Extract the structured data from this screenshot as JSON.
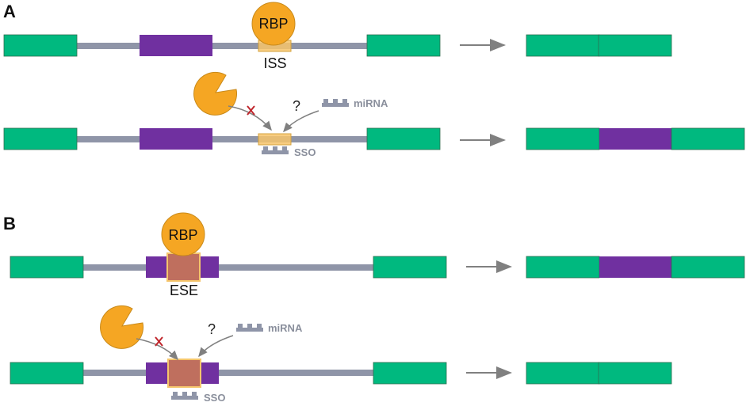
{
  "colors": {
    "exon": "#00b97f",
    "alt_exon": "#7030a0",
    "intron": "#8f95a8",
    "rbp": "#f5a623",
    "rbp_stroke": "#c98a1a",
    "site_fill": "#f7c46b",
    "ese_fill": "#bf6f5e",
    "oligo": "#8f95a8",
    "arrow": "#808080",
    "block_x": "#c0272d"
  },
  "panels": {
    "a": {
      "label": "A",
      "rbp_label": "RBP",
      "site_label": "ISS",
      "question": "?",
      "mirna_label": "miRNA",
      "sso_label": "SSO"
    },
    "b": {
      "label": "B",
      "rbp_label": "RBP",
      "site_label": "ESE",
      "question": "?",
      "mirna_label": "miRNA",
      "sso_label": "SSO"
    }
  }
}
